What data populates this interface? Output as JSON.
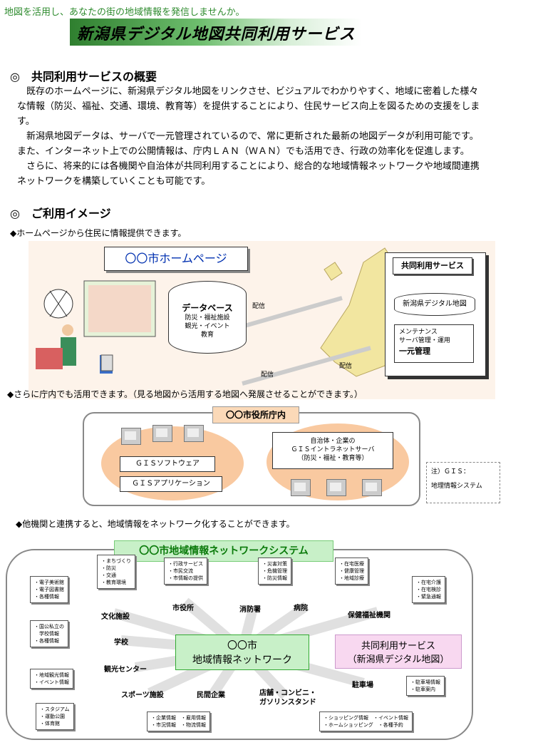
{
  "header": {
    "tagline": "地図を活用し、あなたの街の地域情報を発信しませんか。",
    "title": "新潟県デジタル地図共同利用サービス"
  },
  "overview": {
    "heading": "◎　共同利用サービスの概要",
    "paragraphs": [
      "　既存のホームページに、新潟県デジタル地図をリンクさせ、ビジュアルでわかりやすく、地域に密着した様々な情報（防災、福祉、交通、環境、教育等）を提供することにより、住民サービス向上を図るための支援をします。",
      "　新潟県地図データは、サーバで一元管理されているので、常に更新された最新の地図データが利用可能です。また、インターネット上での公開情報は、庁内ＬＡＮ（ＷＡＮ）でも活用でき、行政の効率化を促進します。",
      "　さらに、将来的には各機関や自治体が共同利用することにより、総合的な地域情報ネットワークや地域間連携ネットワークを構築していくことも可能です。"
    ]
  },
  "usage": {
    "heading": "◎　ご利用イメージ",
    "sub1": "◆ホームページから住民に情報提供できます。",
    "homepage_label": "〇〇市ホームページ",
    "database": {
      "title": "データベース",
      "lines": [
        "防災・福祉施設",
        "観光・イベント",
        "教育"
      ]
    },
    "deliver": "配信",
    "kyodo": {
      "title": "共同利用サービス",
      "map": "新潟県デジタル地図",
      "maint1": "メンテナンス",
      "maint2": "サーバ管理・運用",
      "maint3": "一元管理"
    },
    "sub2": "◆さらに庁内でも活用できます。（見る地図から活用する地図へ発展させることができます。）",
    "office": "〇〇市役所庁内",
    "gis_soft": "ＧＩＳソフトウェア",
    "gis_app": "ＧＩＳアプリケーション",
    "intranet": [
      "自治体・企業の",
      "ＧＩＳイントラネットサーバ",
      "（防災・福祉・教育等）"
    ],
    "note1": "注）ＧＩＳ：",
    "note2": "地理情報システム",
    "sub3": "◆他機関と連携すると、地域情報をネットワーク化することができます。",
    "network_title": "〇〇市地域情報ネットワークシステム",
    "center1": "〇〇市",
    "center2": "地域情報ネットワーク",
    "kyodo_right1": "共同利用サービス",
    "kyodo_right2": "（新潟県デジタル地図）",
    "nodes": {
      "bunka": "文化施設",
      "shiyakusho": "市役所",
      "shobo": "消防署",
      "byoin": "病院",
      "hoken": "保健福祉機関",
      "gakko": "学校",
      "kanko": "観光センター",
      "chusha": "駐車場",
      "sports": "スポーツ施設",
      "minkan": "民間企業",
      "tenpo1": "店舗・コンビニ・",
      "tenpo2": "ガソリンスタンド"
    },
    "lists": {
      "machi": [
        "・まちづくり",
        "・防災",
        "・交通",
        "・教育環境"
      ],
      "gyosei": [
        "・行政サービス",
        "・市民交流",
        "・市情報の提供"
      ],
      "saigai": [
        "・災害対策",
        "・危機管理",
        "・防災情報"
      ],
      "zaitaku": [
        "・在宅医療",
        "・健康管理",
        "・地域診療"
      ],
      "fukushi": [
        "・在宅介護",
        "・在宅検診",
        "・緊急通報"
      ],
      "denshi": [
        "・電子美術館",
        "・電子図書館",
        "・各種情報"
      ],
      "gakkou": [
        "・国公私立の",
        "　学校情報",
        "・各種情報"
      ],
      "kankou": [
        "・地域観光情報",
        "・イベント情報"
      ],
      "chushajo": [
        "・駐車場情報",
        "・駐車案内"
      ],
      "stadium": [
        "・スタジアム",
        "・運動公園",
        "・体育館"
      ],
      "kigyo": [
        "・企業情報　・雇用情報",
        "・市況情報　・物流情報"
      ],
      "shopping": [
        "・ショッピング情報　・イベント情報",
        "・ホームショッピング　・各種予約"
      ]
    }
  }
}
